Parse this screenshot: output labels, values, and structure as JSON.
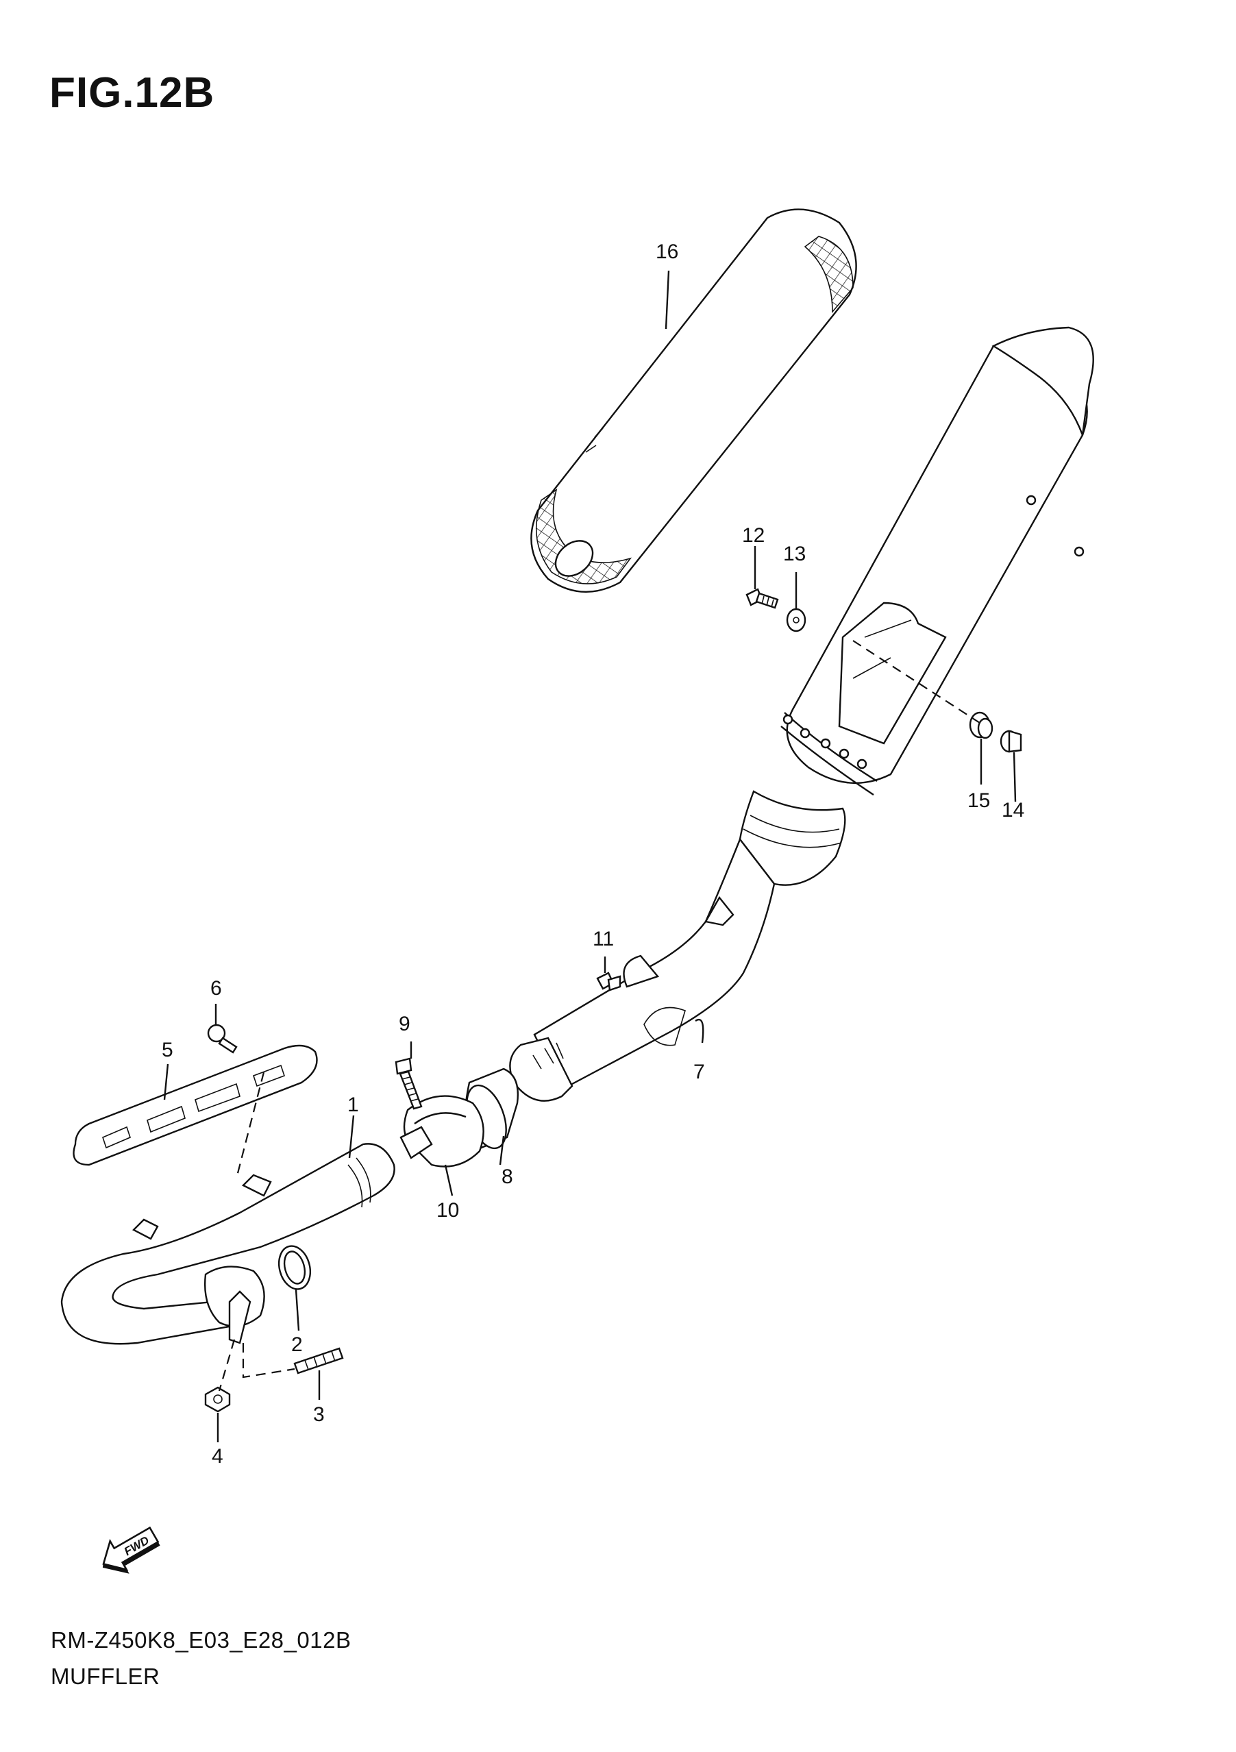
{
  "figure": {
    "title": "FIG.12B",
    "model_code": "RM-Z450K8_E03_E28_012B",
    "section_name": "MUFFLER"
  },
  "fwd_label": "FWD",
  "callouts": [
    {
      "id": "c1",
      "label": "1"
    },
    {
      "id": "c2",
      "label": "2"
    },
    {
      "id": "c3",
      "label": "3"
    },
    {
      "id": "c4",
      "label": "4"
    },
    {
      "id": "c5",
      "label": "5"
    },
    {
      "id": "c6",
      "label": "6"
    },
    {
      "id": "c7",
      "label": "7"
    },
    {
      "id": "c8",
      "label": "8"
    },
    {
      "id": "c9",
      "label": "9"
    },
    {
      "id": "c10",
      "label": "10"
    },
    {
      "id": "c11",
      "label": "11"
    },
    {
      "id": "c12",
      "label": "12"
    },
    {
      "id": "c13",
      "label": "13"
    },
    {
      "id": "c14",
      "label": "14"
    },
    {
      "id": "c15",
      "label": "15"
    },
    {
      "id": "c16",
      "label": "16"
    }
  ],
  "colors": {
    "line": "#111111",
    "background": "#ffffff"
  }
}
